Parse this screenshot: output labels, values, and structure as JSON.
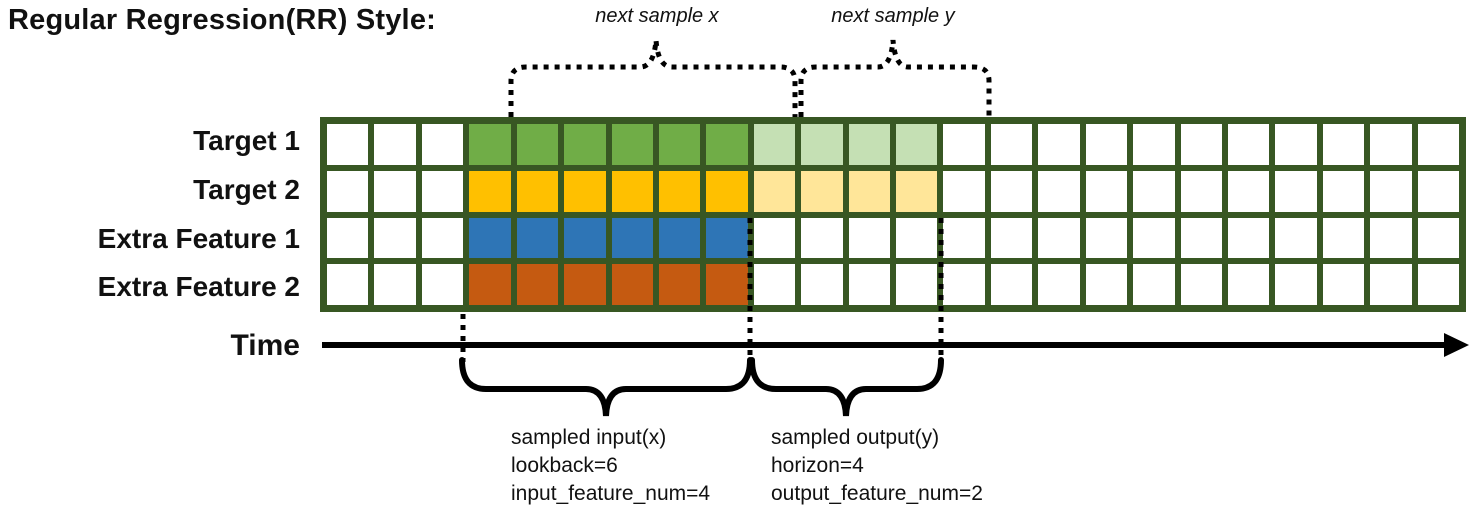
{
  "title": "Regular Regression(RR) Style:",
  "top_annotations": {
    "next_sample_x": "next sample x",
    "next_sample_y": "next sample y"
  },
  "time_axis": {
    "label": "Time"
  },
  "grid": {
    "num_columns": 24,
    "input_start_col": 3,
    "lookback": 6,
    "horizon": 4,
    "border_color": "#385723",
    "empty_cell_color": "#ffffff",
    "rows": [
      {
        "label": "Target 1",
        "input_color": "#70AD47",
        "output_color": "#C5E0B4",
        "has_output": true
      },
      {
        "label": "Target 2",
        "input_color": "#FFC000",
        "output_color": "#FFE699",
        "has_output": true
      },
      {
        "label": "Extra Feature 1",
        "input_color": "#2E75B6",
        "output_color": "",
        "has_output": false
      },
      {
        "label": "Extra Feature 2",
        "input_color": "#C55A11",
        "output_color": "",
        "has_output": false
      }
    ]
  },
  "bottom_annotations": {
    "input": {
      "lines": [
        "sampled input(x)",
        "lookback=6",
        "input_feature_num=4"
      ]
    },
    "output": {
      "lines": [
        "sampled output(y)",
        "horizon=4",
        "output_feature_num=2"
      ]
    }
  }
}
